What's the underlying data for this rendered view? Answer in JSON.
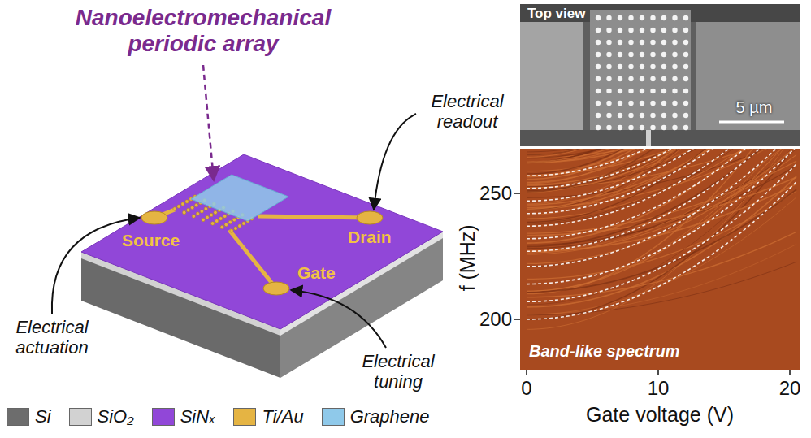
{
  "diagram": {
    "nodes": [
      {
        "text": [
          "Top view",
          "5 µm"
        ]
      },
      {
        "text": [
          "Band-like spectrum"
        ]
      }
    ],
    "labels": [
      "Nanoelectromechanical periodic array",
      "Electrical readout",
      "Source",
      "Drain",
      "Electrical actuation",
      "Gate",
      "Electrical tuning",
      "250",
      "200",
      "f (MHz)",
      "0",
      "10",
      "20",
      "Gate voltage (V)"
    ],
    "legend": [
      {
        "text": "Si",
        "color": "#6d6d6d"
      },
      {
        "text": "SiO₂",
        "color": "#d2d2d2"
      },
      {
        "text": "SiNₓ",
        "color": "#9147d8"
      },
      {
        "text": "Ti/Au",
        "color": "#e5b443"
      },
      {
        "text": "Graphene",
        "color": "#8fc9ea"
      }
    ]
  }
}
